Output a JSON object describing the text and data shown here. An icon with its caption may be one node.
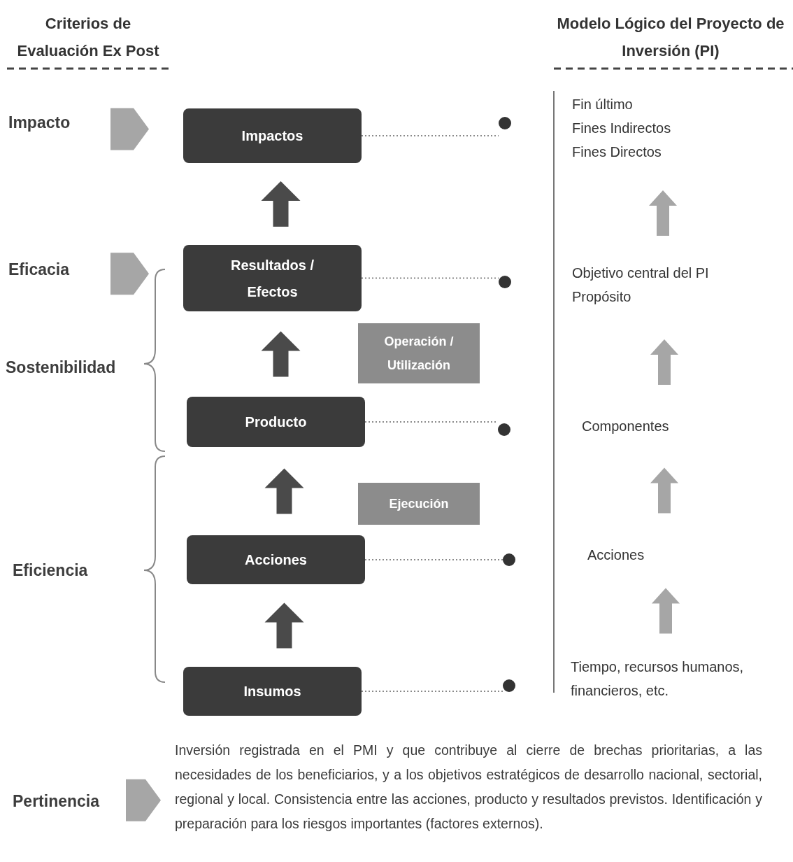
{
  "diagram": {
    "nodes": [
      {
        "text": [
          "Impacto"
        ]
      },
      {
        "text": [
          "Eficacia"
        ]
      },
      {
        "text": [
          "Sostenibilidad"
        ]
      },
      {
        "text": [
          "Eficiencia"
        ]
      },
      {
        "text": [
          "Pertinencia"
        ]
      },
      {
        "text": [
          "Impactos"
        ]
      },
      {
        "text": [
          "Resultados / Efectos"
        ]
      },
      {
        "text": [
          "Producto"
        ]
      },
      {
        "text": [
          "Acciones"
        ]
      },
      {
        "text": [
          "Insumos"
        ]
      },
      {
        "text": [
          "Operación / Utilización"
        ]
      },
      {
        "text": [
          "Ejecución"
        ]
      },
      {
        "text": [],
        "shape": "circle"
      },
      {
        "text": [],
        "shape": "circle"
      },
      {
        "text": [],
        "shape": "circle"
      },
      {
        "text": [],
        "shape": "circle"
      },
      {
        "text": [],
        "shape": "circle"
      },
      {
        "text": [
          "Fin último",
          "Fines Indirectos",
          "Fines Directos"
        ]
      },
      {
        "text": [
          "Objetivo central del PI",
          "Propósito"
        ]
      },
      {
        "text": [
          "Componentes"
        ]
      },
      {
        "text": [
          "Acciones"
        ]
      },
      {
        "text": [
          "Tiempo, recursos humanos, financieros, etc."
        ]
      },
      {
        "text": [
          "Inversión registrada en el PMI y que contribuye al cierre de brechas prioritarias, a las necesidades de los beneficiarios, y a los objetivos estratégicos de desarrollo nacional, sectorial, regional y local. Consistencia entre las acciones, producto y resultados previstos. Identificación y preparación para los riesgos importantes (factores externos)."
        ]
      }
    ],
    "edges": [
      {
        "from": 0,
        "to": 5,
        "arrow": "to",
        "style": "thick",
        "color": "#a6a6a6"
      },
      {
        "from": 1,
        "to": 6,
        "arrow": "to",
        "style": "thick",
        "color": "#a6a6a6"
      },
      {
        "from": 4,
        "to": 22,
        "arrow": "to",
        "style": "thick",
        "color": "#a6a6a6"
      },
      {
        "from": 6,
        "to": 5,
        "arrow": "to",
        "style": "thick"
      },
      {
        "from": 7,
        "to": 6,
        "arrow": "to",
        "style": "thick"
      },
      {
        "from": 8,
        "to": 7,
        "arrow": "to",
        "style": "thick"
      },
      {
        "from": 9,
        "to": 8,
        "arrow": "to",
        "style": "thick"
      },
      {
        "from": 5,
        "to": 12,
        "arrow": "none",
        "style": "dashed"
      },
      {
        "from": 6,
        "to": 13,
        "arrow": "none",
        "style": "dashed"
      },
      {
        "from": 7,
        "to": 14,
        "arrow": "none",
        "style": "dashed"
      },
      {
        "from": 8,
        "to": 15,
        "arrow": "none",
        "style": "dashed"
      },
      {
        "from": 9,
        "to": 16,
        "arrow": "none",
        "style": "dashed"
      },
      {
        "from": 18,
        "to": 17,
        "arrow": "to",
        "style": "thick",
        "color": "#a6a6a6"
      },
      {
        "from": 19,
        "to": 18,
        "arrow": "to",
        "style": "thick",
        "color": "#a6a6a6"
      },
      {
        "from": 20,
        "to": 19,
        "arrow": "to",
        "style": "thick",
        "color": "#a6a6a6"
      },
      {
        "from": 21,
        "to": 20,
        "arrow": "to",
        "style": "thick",
        "color": "#a6a6a6"
      }
    ],
    "labels": [
      "Criterios de Evaluación Ex Post",
      "Modelo Lógico del Proyecto de Inversión (PI)"
    ]
  }
}
